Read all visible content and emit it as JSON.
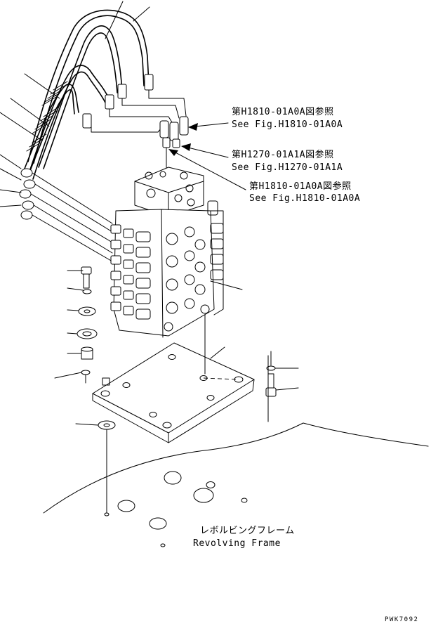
{
  "callouts": [
    {
      "jp": "第H1810-01A0A図参照",
      "en": "See Fig.H1810-01A0A"
    },
    {
      "jp": "第H1270-01A1A図参照",
      "en": "See Fig.H1270-01A1A"
    },
    {
      "jp": "第H1810-01A0A図参照",
      "en": "See Fig.H1810-01A0A"
    }
  ],
  "frame_label": {
    "jp": "レボルビングフレーム",
    "en": "Revolving Frame"
  },
  "drawing_code": "PWK7092"
}
